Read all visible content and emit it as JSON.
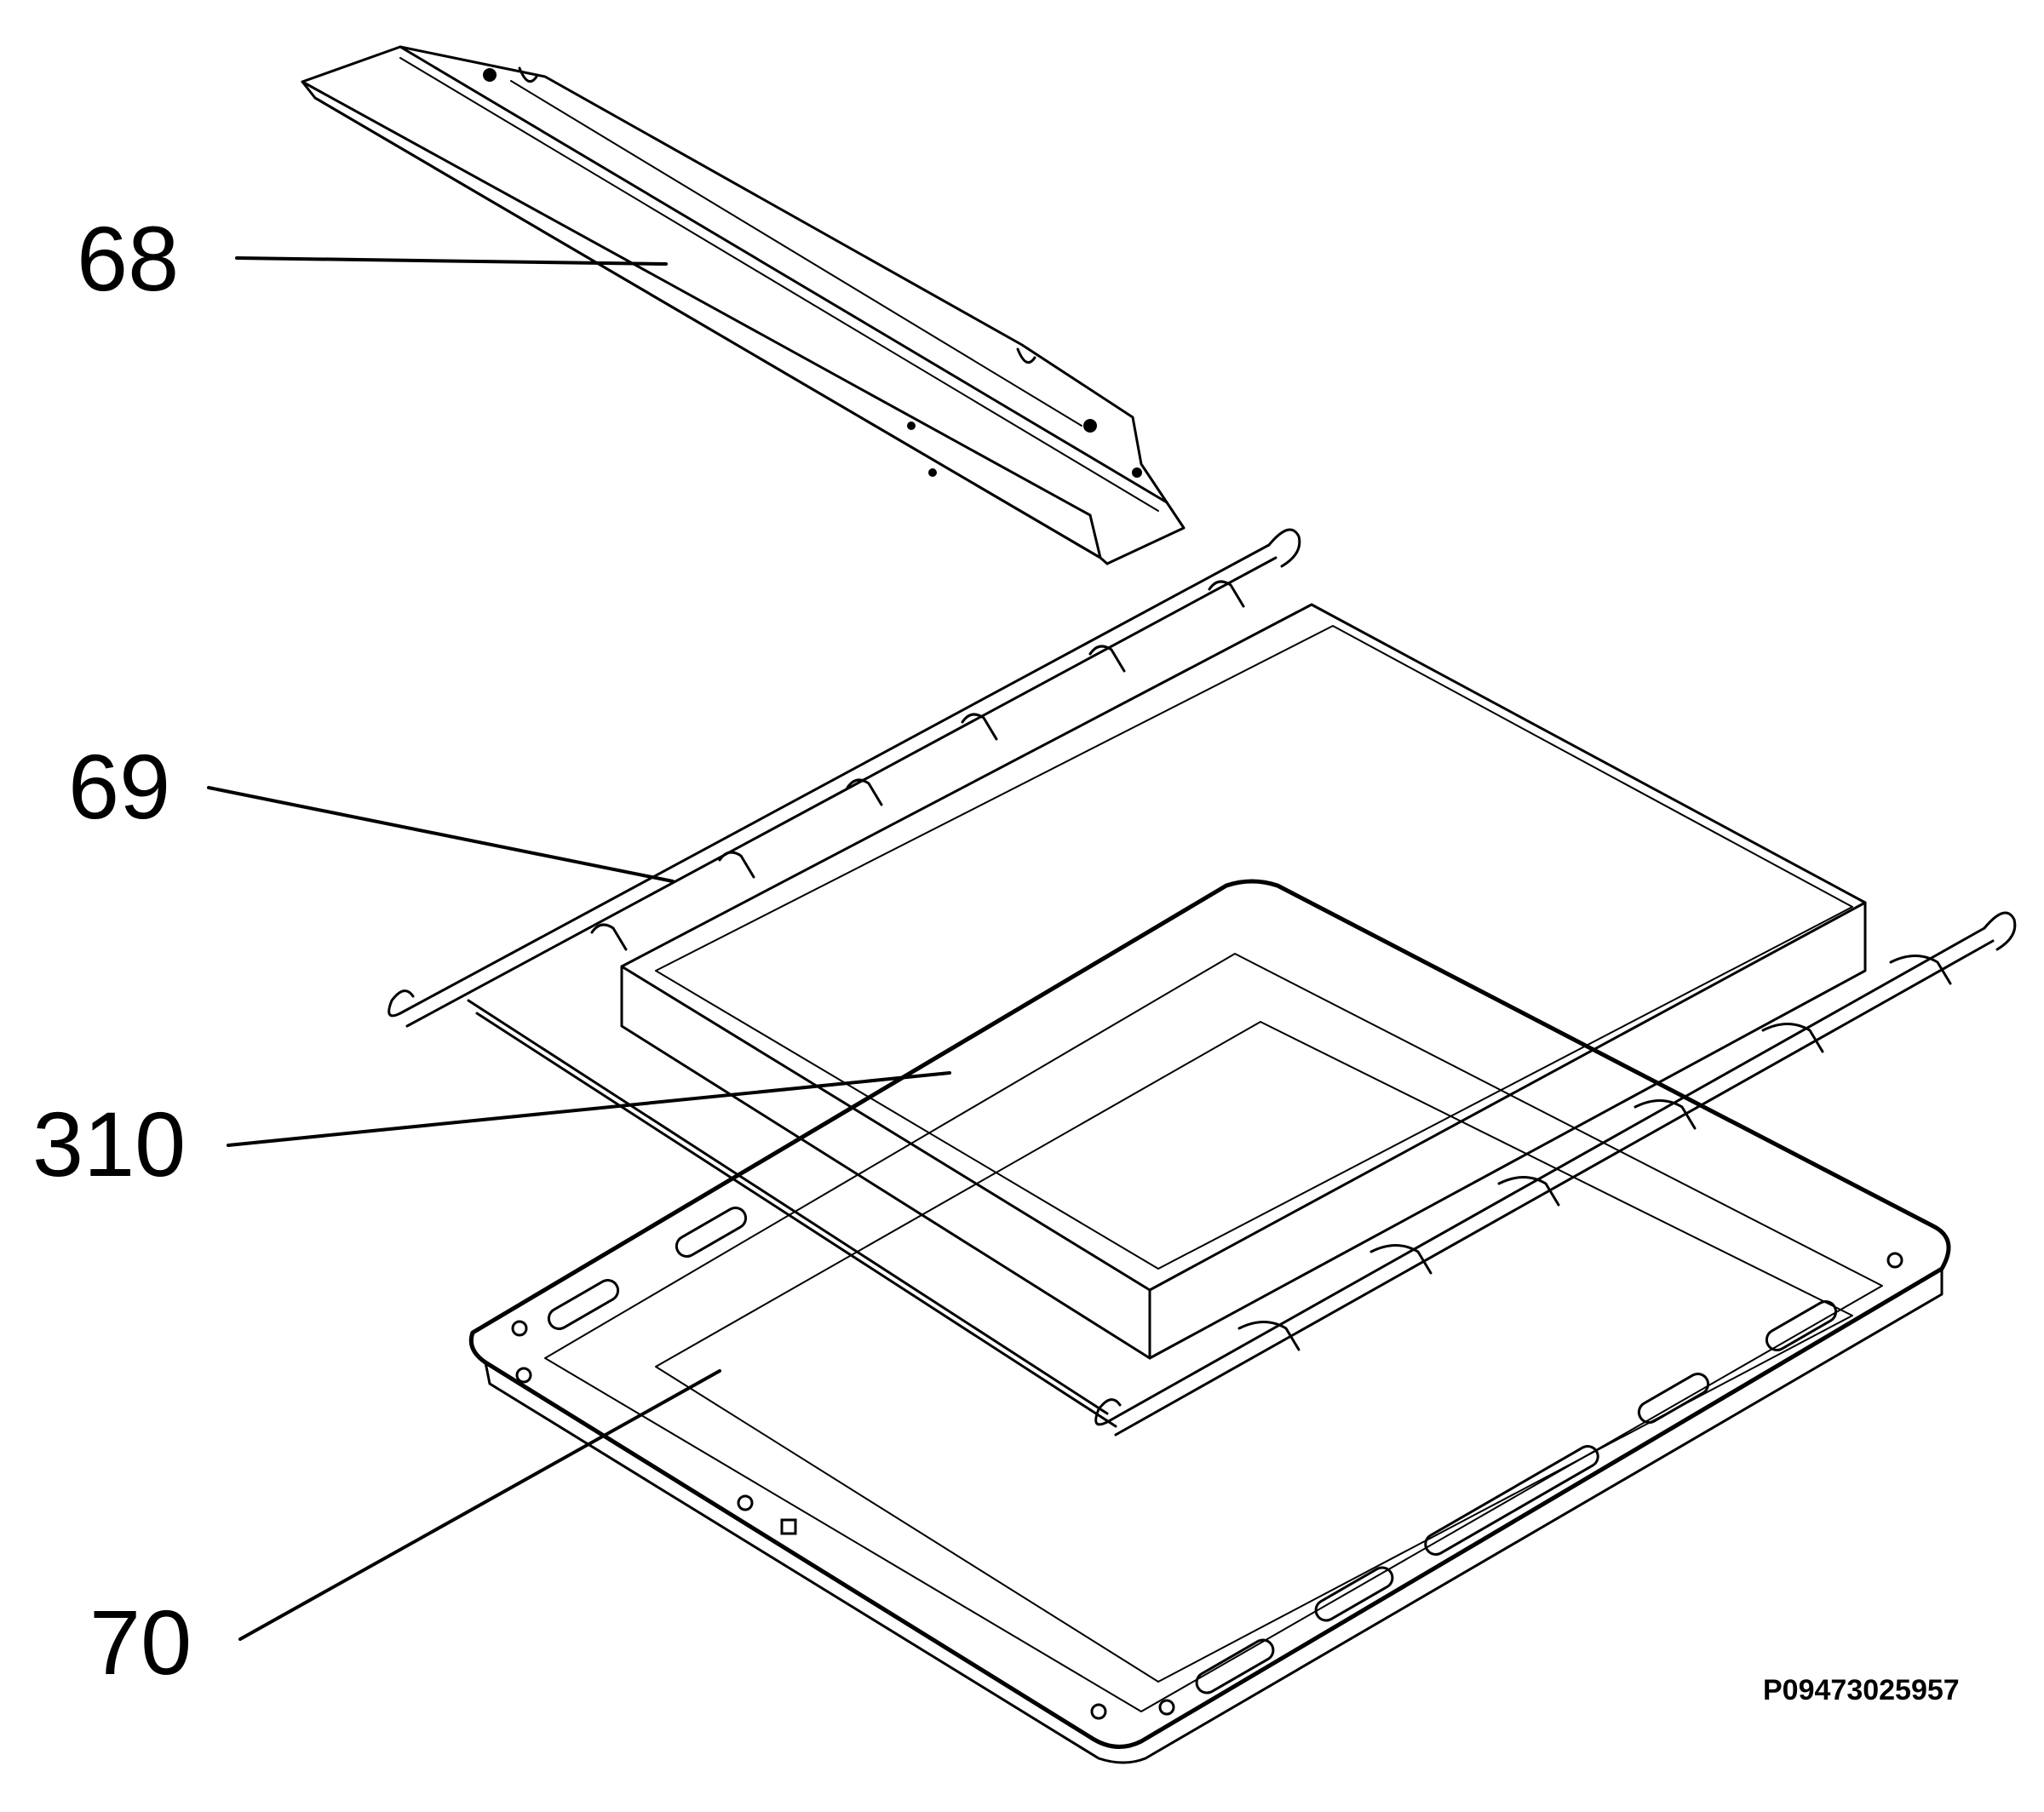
{
  "callouts": {
    "part_68": "68",
    "part_69": "69",
    "part_310": "310",
    "part_70": "70"
  },
  "drawing_code": "P09473025957",
  "colors": {
    "line": "#000000",
    "background": "#ffffff"
  }
}
